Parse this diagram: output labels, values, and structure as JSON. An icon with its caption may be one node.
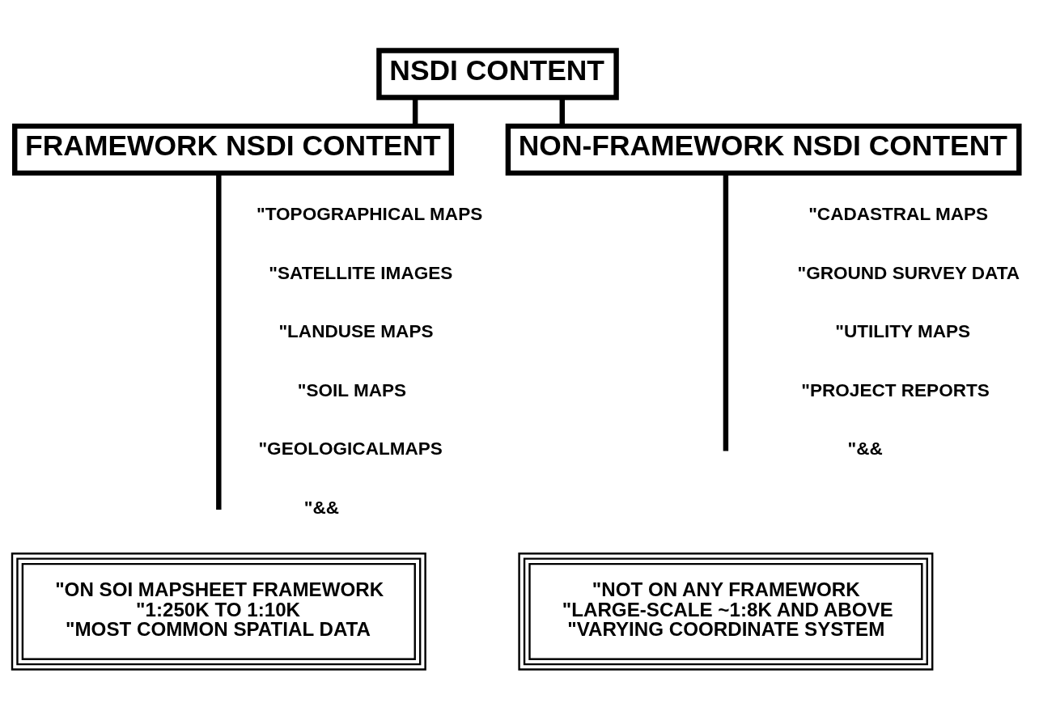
{
  "diagram": {
    "nodes": [
      {
        "text": [
          "NSDI CONTENT"
        ]
      },
      {
        "text": [
          "FRAMEWORK NSDI CONTENT"
        ]
      },
      {
        "text": [
          "NON-FRAMEWORK NSDI CONTENT"
        ]
      },
      {
        "text": [
          "\"ON SOI MAPSHEET FRAMEWORK",
          "\"1:250K TO 1:10K",
          "\"MOST COMMON SPATIAL DATA"
        ]
      },
      {
        "text": [
          "\"NOT ON ANY FRAMEWORK",
          "\"LARGE-SCALE ~1:8K AND ABOVE",
          "\"VARYING COORDINATE SYSTEM"
        ]
      }
    ],
    "edges": [
      {
        "from": 0,
        "to": 1,
        "arrow": "none"
      },
      {
        "from": 0,
        "to": 2,
        "arrow": "none"
      },
      {
        "from": 1,
        "to": null,
        "arrow": "none"
      },
      {
        "from": 2,
        "to": null,
        "arrow": "none"
      }
    ],
    "labels": [
      "\"TOPOGRAPHICAL MAPS",
      "\"SATELLITE IMAGES",
      "\"LANDUSE MAPS",
      "\"SOIL MAPS",
      "\"GEOLOGICALMAPS",
      "\"&&",
      "\"CADASTRAL MAPS",
      "\"GROUND SURVEY DATA",
      "\"UTILITY MAPS",
      "\"PROJECT REPORTS",
      "\"&&"
    ]
  }
}
